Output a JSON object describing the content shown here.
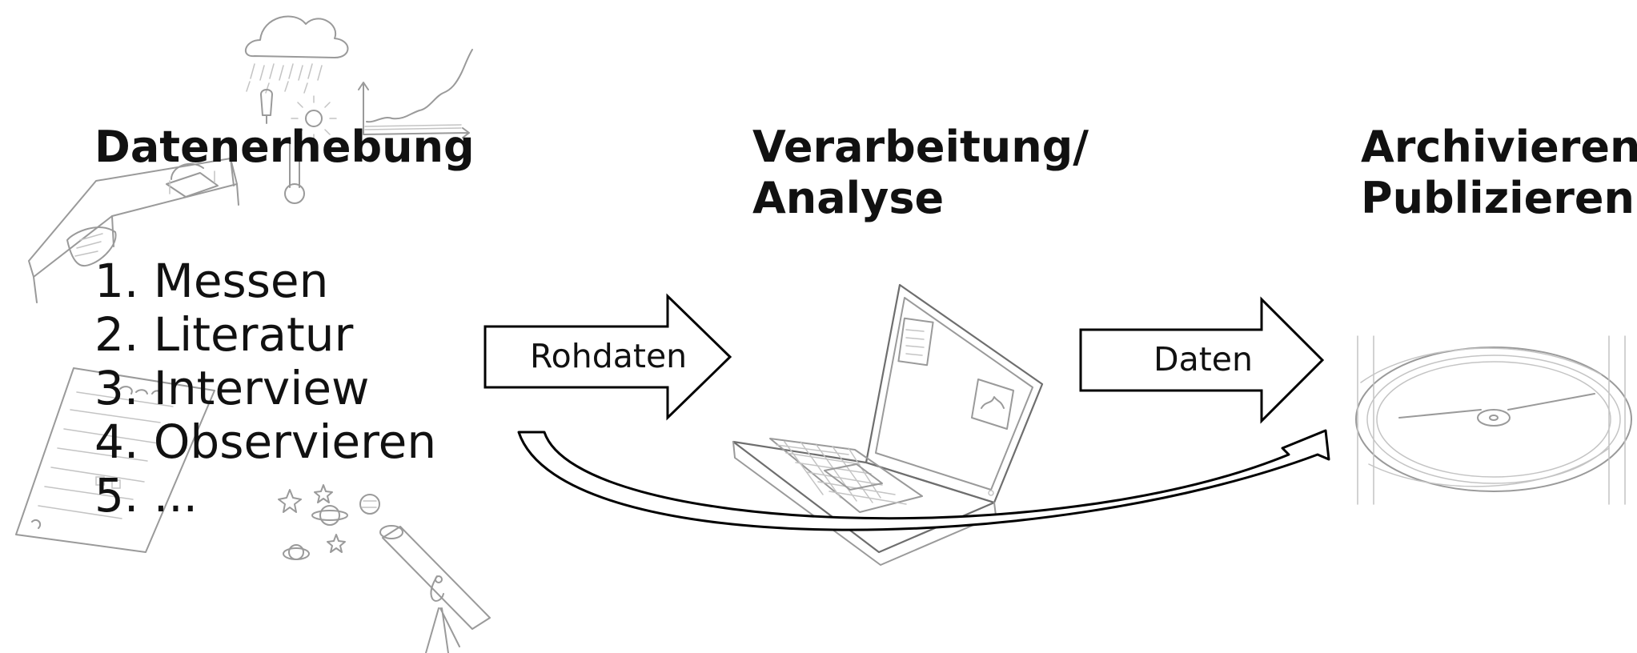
{
  "headings": {
    "collection": "Datenerhebung",
    "processing": [
      "Verarbeitung/",
      "Analyse"
    ],
    "archiving": [
      "Archivieren/",
      "Publizieren"
    ]
  },
  "collection_steps": [
    "1. Messen",
    "2. Literatur",
    "3. Interview",
    "4. Observieren",
    "5. ..."
  ],
  "arrows": {
    "raw_data_label": "Rohdaten",
    "data_label": "Daten"
  },
  "illustrations": [
    "weather-instruments-sketch",
    "desk-with-books-sketch",
    "questionnaire-sketch",
    "telescope-sketch",
    "planets-and-stars-sketch",
    "laptop-sketch",
    "data-disc-sketch"
  ],
  "colors": {
    "text": "#111111",
    "sketch": "#9a9a9a",
    "arrow_stroke": "#000000",
    "background": "#ffffff"
  }
}
